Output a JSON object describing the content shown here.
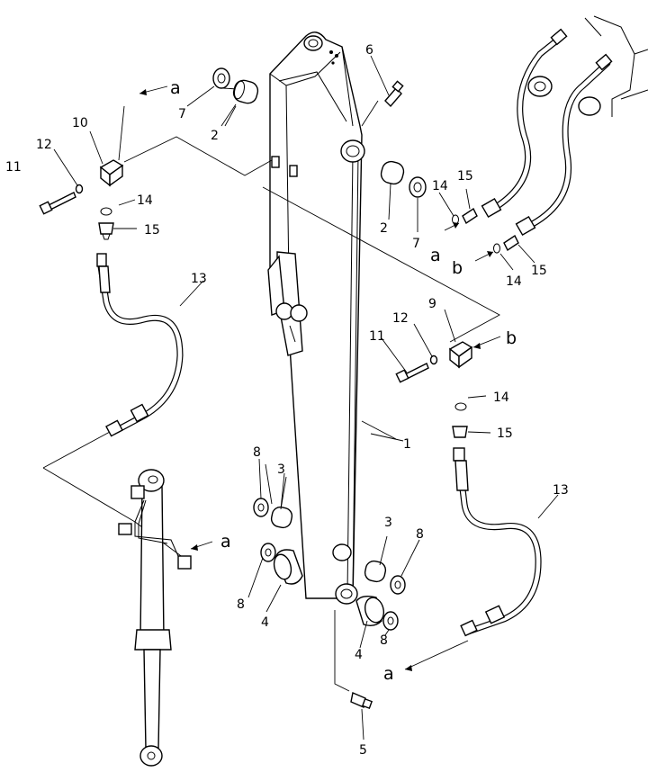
{
  "callouts": [
    {
      "id": "c1",
      "text": "1"
    },
    {
      "id": "c2a",
      "text": "2"
    },
    {
      "id": "c2b",
      "text": "2"
    },
    {
      "id": "c3a",
      "text": "3"
    },
    {
      "id": "c3b",
      "text": "3"
    },
    {
      "id": "c4a",
      "text": "4"
    },
    {
      "id": "c4b",
      "text": "4"
    },
    {
      "id": "c5",
      "text": "5"
    },
    {
      "id": "c6",
      "text": "6"
    },
    {
      "id": "c7a",
      "text": "7"
    },
    {
      "id": "c7b",
      "text": "7"
    },
    {
      "id": "c8a",
      "text": "8"
    },
    {
      "id": "c8b",
      "text": "8"
    },
    {
      "id": "c8c",
      "text": "8"
    },
    {
      "id": "c8d",
      "text": "8"
    },
    {
      "id": "c9",
      "text": "9"
    },
    {
      "id": "c10",
      "text": "10"
    },
    {
      "id": "c11a",
      "text": "11"
    },
    {
      "id": "c11b",
      "text": "11"
    },
    {
      "id": "c12a",
      "text": "12"
    },
    {
      "id": "c12b",
      "text": "12"
    },
    {
      "id": "c13a",
      "text": "13"
    },
    {
      "id": "c13b",
      "text": "13"
    },
    {
      "id": "c14a",
      "text": "14"
    },
    {
      "id": "c14b",
      "text": "14"
    },
    {
      "id": "c14c",
      "text": "14"
    },
    {
      "id": "c14d",
      "text": "14"
    },
    {
      "id": "c15a",
      "text": "15"
    },
    {
      "id": "c15b",
      "text": "15"
    },
    {
      "id": "c15c",
      "text": "15"
    },
    {
      "id": "c15d",
      "text": "15"
    }
  ],
  "connection_marks": [
    {
      "id": "ma1",
      "text": "a"
    },
    {
      "id": "ma2",
      "text": "a"
    },
    {
      "id": "ma3",
      "text": "a"
    },
    {
      "id": "ma4",
      "text": "a"
    },
    {
      "id": "mb1",
      "text": "b"
    },
    {
      "id": "mb2",
      "text": "b"
    }
  ]
}
